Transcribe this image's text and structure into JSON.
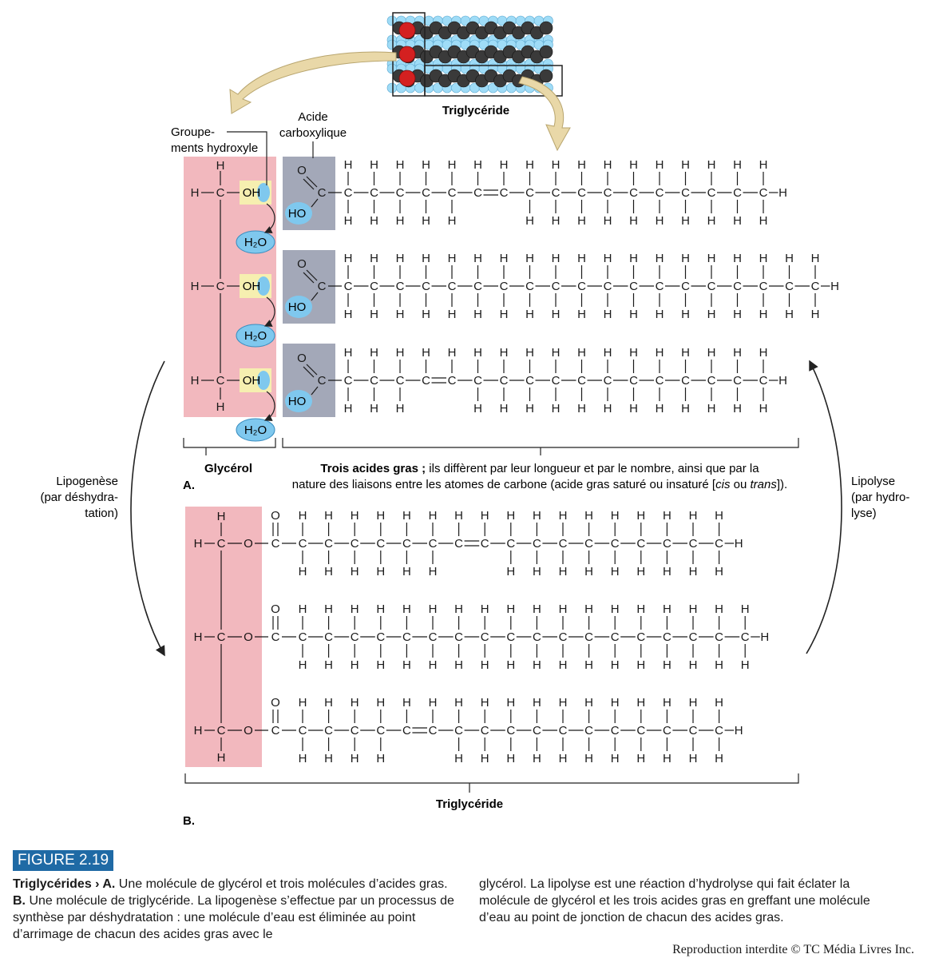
{
  "model": {
    "label": "Triglycéride"
  },
  "panel_a": {
    "marker": "A.",
    "hydroxyl_label_1": "Groupe-",
    "hydroxyl_label_2": "ments hydroxyle",
    "carboxylic_label_1": "Acide",
    "carboxylic_label_2": "carboxylique",
    "glycerol_label": "Glycérol",
    "oh": "OH",
    "ho": "HO",
    "water": "H₂O",
    "acids_title": "Trois acides gras ;",
    "acids_desc_1": " ils diffèrent par leur longueur et par le nombre, ainsi que par la",
    "acids_desc_2a": "nature des liaisons entre les atomes de carbone (acide gras saturé ou insaturé [",
    "acids_desc_cis": "cis",
    "acids_desc_ou": " ou ",
    "acids_desc_trans": "trans",
    "acids_desc_2b": "])."
  },
  "panel_b": {
    "marker": "B.",
    "label": "Triglycéride"
  },
  "side": {
    "left_1": "Lipogenèse",
    "left_2": "(par déshydra-",
    "left_3": "tation)",
    "right_1": "Lipolyse",
    "right_2": "(par hydro-",
    "right_3": "lyse)"
  },
  "figure": {
    "number": "FIGURE 2.19",
    "title": "Triglycérides",
    "arrow": " › ",
    "a_marker": "A.",
    "text_a": " Une molécule de glycérol et trois molécules d’acides gras. ",
    "b_marker": "B.",
    "text_b": " Une molécule de triglycéride. La lipogenèse s’effectue par un processus de synthèse par déshydratation : une molécule d’eau est éliminée au point d’arrimage de chacun des acides gras avec le",
    "text_right": "glycérol. La lipolyse est une réaction d’hydrolyse qui fait éclater la molécule de glycérol et les trois acides gras en greffant une molécule d’eau au point de jonction de chacun des acides gras.",
    "credit": "Reproduction interdite © TC Média Livres Inc."
  },
  "colors": {
    "glycerol_fill": "#f2b8be",
    "acid_fill": "#a3a8b8",
    "oh_fill": "#f6efb0",
    "water_fill": "#7fc8ee",
    "arrow_fill": "#e9d8a8",
    "label_fill": "#1f6aa5"
  }
}
